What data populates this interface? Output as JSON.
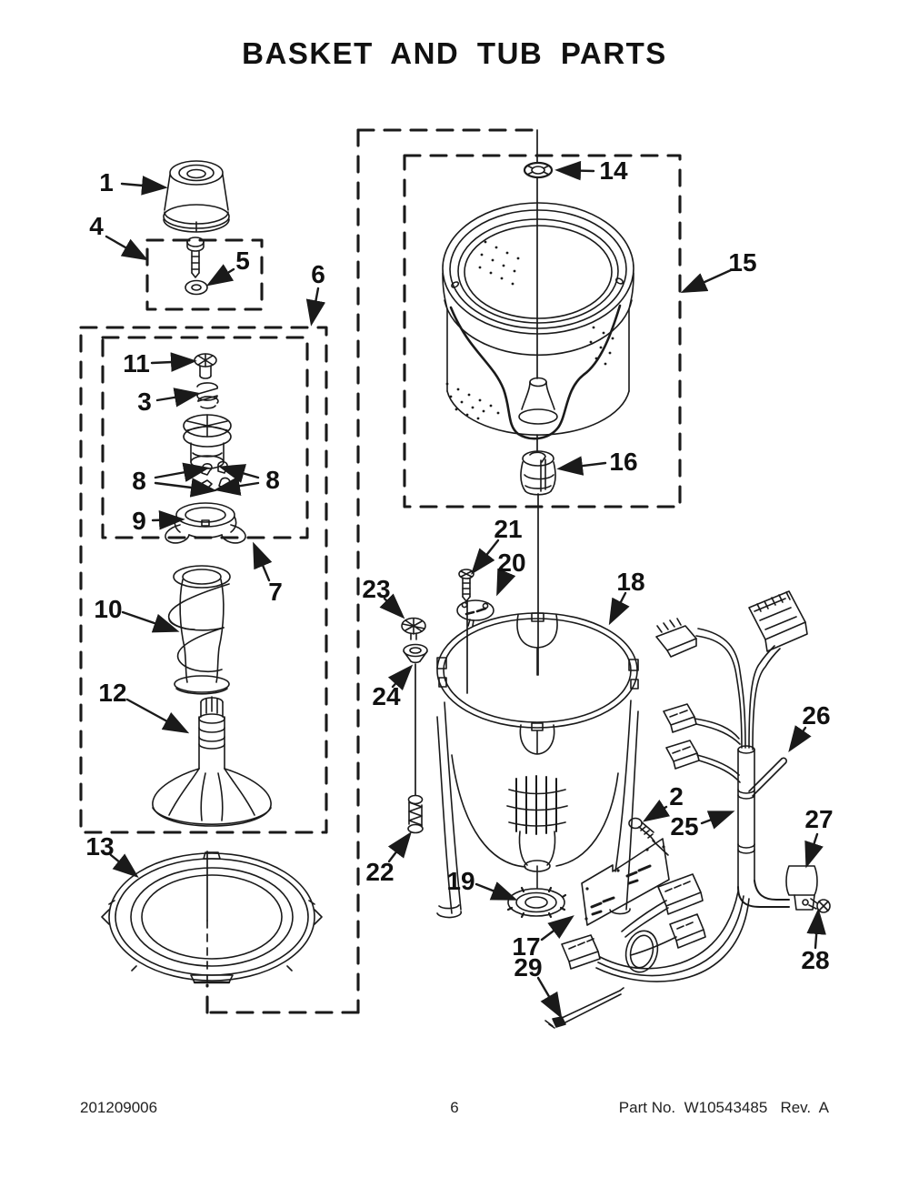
{
  "title": "BASKET AND TUB PARTS",
  "callouts": {
    "c1": "1",
    "c2": "2",
    "c3": "3",
    "c4": "4",
    "c5": "5",
    "c6": "6",
    "c7": "7",
    "c8_left": "8",
    "c8_right": "8",
    "c9": "9",
    "c10": "10",
    "c11": "11",
    "c12": "12",
    "c13": "13",
    "c14": "14",
    "c15": "15",
    "c16": "16",
    "c17": "17",
    "c18": "18",
    "c19": "19",
    "c20": "20",
    "c21": "21",
    "c22": "22",
    "c23": "23",
    "c24": "24",
    "c25": "25",
    "c26": "26",
    "c27": "27",
    "c28": "28",
    "c29": "29"
  },
  "footer": {
    "doc_number": "201209006",
    "page_number": "6",
    "part_no": "Part No.  W10543485   Rev.  A"
  }
}
